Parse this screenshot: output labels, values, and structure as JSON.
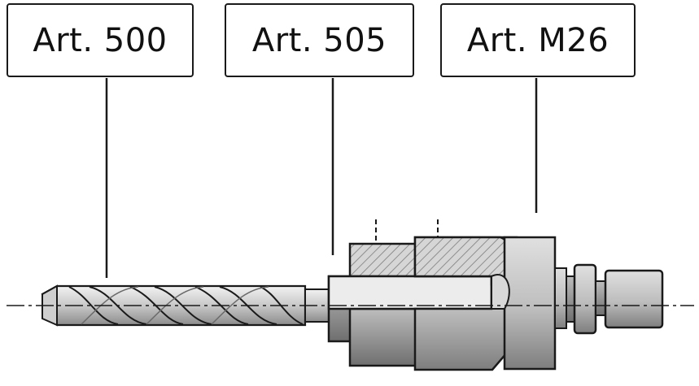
{
  "labels": {
    "art500": "Art. 500",
    "art505": "Art. 505",
    "artM26": "Art. M26"
  },
  "colors": {
    "outline": "#1a1a1a",
    "body_light": "#e4e4e4",
    "body_mid": "#b8b8b8",
    "body_dark": "#8a8a8a",
    "hatch": "#9a9a9a"
  },
  "icons": [
    "drill-bit",
    "adapter-sleeve",
    "holder-body",
    "quick-connector"
  ]
}
